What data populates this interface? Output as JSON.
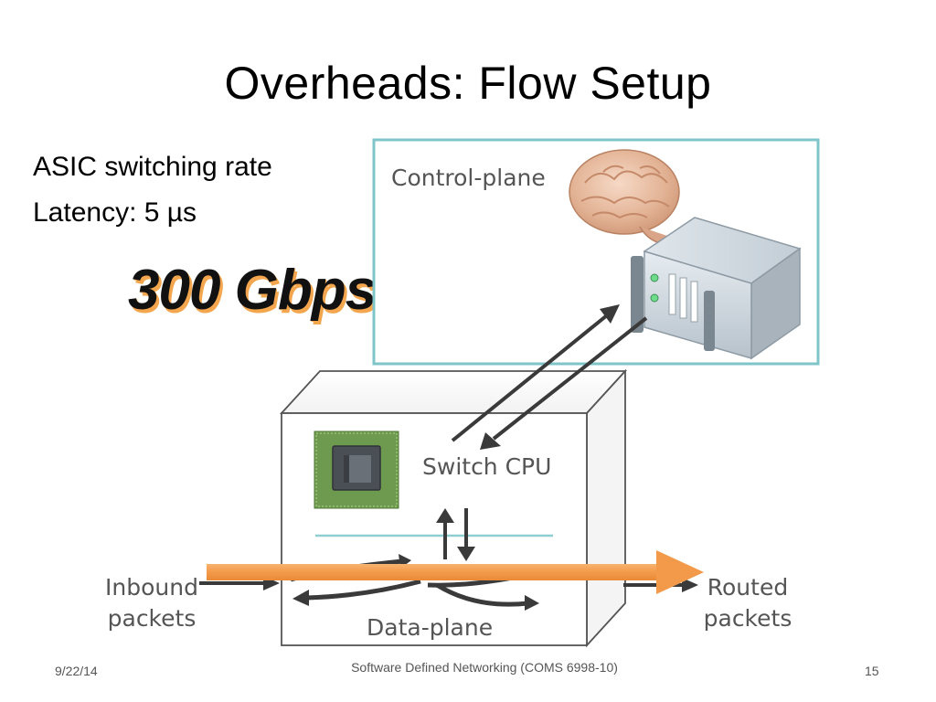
{
  "slide": {
    "title": "Overheads: Flow Setup",
    "info_lines": [
      "ASIC switching rate",
      "Latency: 5 µs"
    ],
    "highlight": "300 Gbps"
  },
  "diagram": {
    "control_plane_label": "Control-plane",
    "switch_cpu_label": "Switch CPU",
    "data_plane_label": "Data-plane",
    "inbound_label": [
      "Inbound",
      "packets"
    ],
    "routed_label": [
      "Routed",
      "packets"
    ],
    "icons": [
      "brain-icon",
      "server-icon",
      "asic-chip-icon"
    ],
    "colors": {
      "control_box_border": "#7fc4c8",
      "flow_arrow": "#f39a4a",
      "dark_arrows": "#3a3a3a",
      "divider_line": "#8fcfd1"
    }
  },
  "footer": {
    "date": "9/22/14",
    "course": "Software Defined Networking (COMS 6998-10)",
    "page": "15"
  }
}
